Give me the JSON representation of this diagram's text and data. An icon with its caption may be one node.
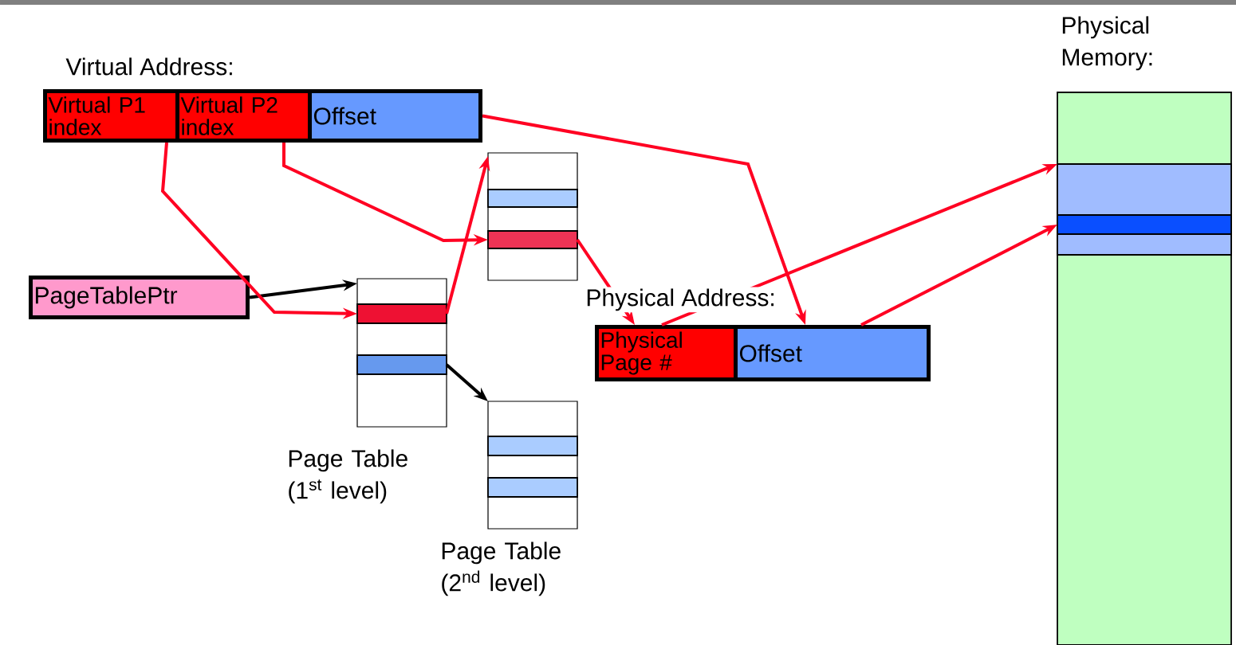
{
  "diagram": {
    "nodes": [
      {
        "text": [
          "Virtual P1 index"
        ]
      },
      {
        "text": [
          "Virtual P2 index"
        ]
      },
      {
        "text": [
          "Offset"
        ]
      },
      {
        "text": [
          "PageTablePtr"
        ]
      },
      {
        "text": [],
        "shape": "box",
        "beside": [
          "Page Table (1$^{st}$ level)"
        ]
      },
      {
        "text": [],
        "shape": "bar",
        "in": 4
      },
      {
        "text": [],
        "shape": "bar",
        "in": 4
      },
      {
        "text": [],
        "shape": "box"
      },
      {
        "text": [],
        "shape": "bar",
        "in": 7
      },
      {
        "text": [],
        "shape": "bar",
        "in": 7
      },
      {
        "text": [],
        "shape": "box",
        "beside": [
          "Page Table (2$^{nd}$ level)"
        ]
      },
      {
        "text": [],
        "shape": "bar",
        "in": 10
      },
      {
        "text": [],
        "shape": "bar",
        "in": 10
      },
      {
        "text": [
          "Physical Page #"
        ]
      },
      {
        "text": [
          "Offset"
        ]
      },
      {
        "text": [],
        "shape": "bar",
        "beside": [
          "Physical Memory:"
        ]
      },
      {
        "text": [],
        "shape": "bar",
        "in": 15
      },
      {
        "text": [],
        "shape": "bar",
        "in": 16
      }
    ],
    "edges": [
      {
        "from": 3,
        "to": 4,
        "arrow": "to",
        "color": "#000000"
      },
      {
        "from": 0,
        "to": 5,
        "arrow": "to"
      },
      {
        "from": 5,
        "to": 7,
        "arrow": "to"
      },
      {
        "from": 1,
        "to": 9,
        "arrow": "to"
      },
      {
        "from": 9,
        "to": 13,
        "arrow": "to"
      },
      {
        "from": 2,
        "to": 14,
        "arrow": "to"
      },
      {
        "from": 13,
        "to": 16,
        "arrow": "to"
      },
      {
        "from": 14,
        "to": 17,
        "arrow": "to"
      },
      {
        "from": 6,
        "to": 10,
        "arrow": "to",
        "color": "#000000"
      }
    ],
    "labels": [
      "Virtual Address:",
      "Physical Address:"
    ]
  }
}
